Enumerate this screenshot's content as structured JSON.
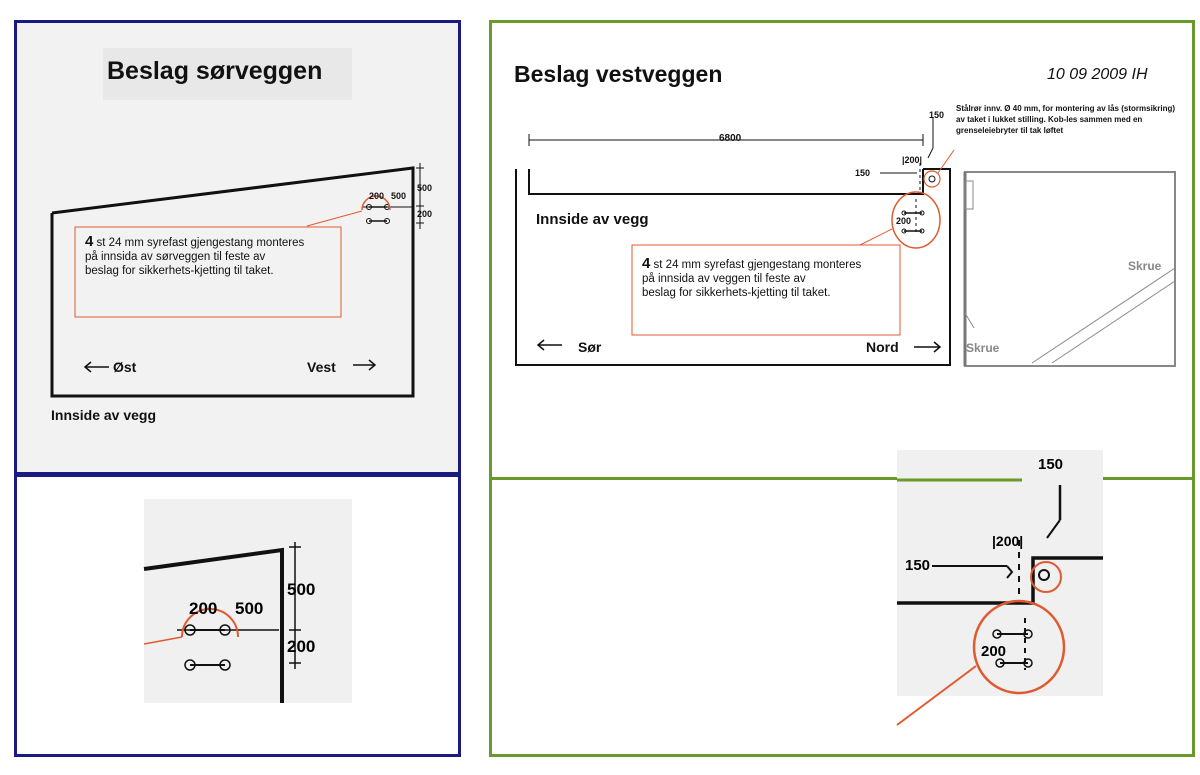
{
  "south": {
    "title": "Beslag sørveggen",
    "note_count": "4",
    "note_line1": " st 24 mm syrefast gjengestang monteres",
    "note_line2": "på innsida av sørveggen til feste av",
    "note_line3": "beslag for sikkerhets-kjetting til taket.",
    "dir_left": "Øst",
    "dir_right": "Vest",
    "caption": "Innside av vegg",
    "dim_200": "200",
    "dim_500_h": "500",
    "dim_500_v": "500",
    "dim_200_v": "200"
  },
  "south_zoom": {
    "dim_200": "200",
    "dim_500_h": "500",
    "dim_500_v": "500",
    "dim_200_v": "200"
  },
  "west": {
    "title": "Beslag vestveggen",
    "date": "10 09 2009 IH",
    "dim_6800": "6800",
    "dim_150_top": "150",
    "dim_200_top": "|200|",
    "dim_150_left": "150",
    "dim_200_circle": "200",
    "pipe_note": "Stålrør innv. Ø 40 mm, for montering av lås (stormsikring) av taket i lukket stilling. Kob-les sammen med en grenseleiebryter til tak løftet",
    "wall_label": "Innside av vegg",
    "note_count": "4",
    "note_line1": " st 24 mm syrefast gjengestang monteres",
    "note_line2": "på innsida av veggen til feste av",
    "note_line3": "beslag for sikkerhets-kjetting til taket.",
    "dir_left": "Sør",
    "dir_right": "Nord",
    "screw_1": "Skrue",
    "screw_2": "Skrue"
  },
  "west_zoom": {
    "dim_150_top": "150",
    "dim_200_top": "|200|",
    "dim_150_left": "150",
    "dim_200_circle": "200"
  },
  "colors": {
    "south_border": "#1a1a80",
    "west_border": "#6a9a2a",
    "annotation": "#e05a30"
  }
}
